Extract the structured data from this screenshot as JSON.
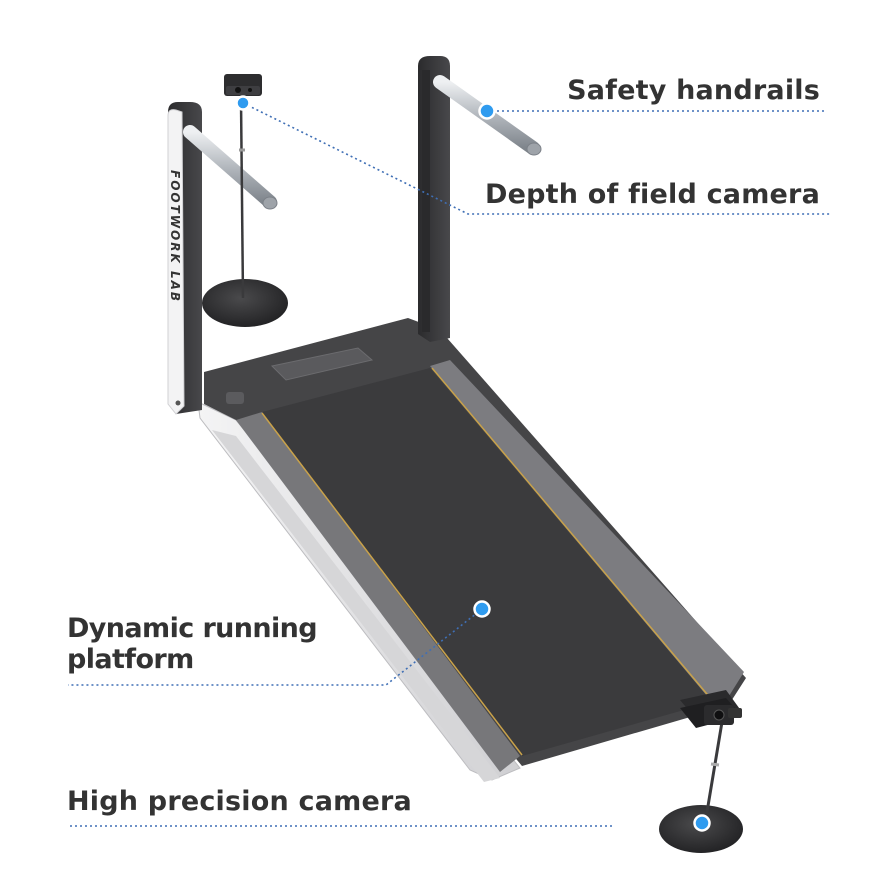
{
  "diagram": {
    "brand_text": "FOOTWORK LAB",
    "callouts": [
      {
        "id": "safety-handrails",
        "label": "Safety handrails"
      },
      {
        "id": "depth-camera",
        "label": "Depth of field camera"
      },
      {
        "id": "running-platform",
        "label_line1": "Dynamic running",
        "label_line2": "platform"
      },
      {
        "id": "high-precision-camera",
        "label": "High precision camera"
      }
    ],
    "colors": {
      "label_text": "#333333",
      "leader_line": "#3f6fb5",
      "marker_dot": "#2f9bef",
      "frame_dark": "#3a3a3c",
      "belt": "#3b3b3d",
      "deck_white": "#e9e9eb",
      "rail_silver": "#b9bdc2",
      "accent_stripe": "#c9a24a"
    }
  }
}
